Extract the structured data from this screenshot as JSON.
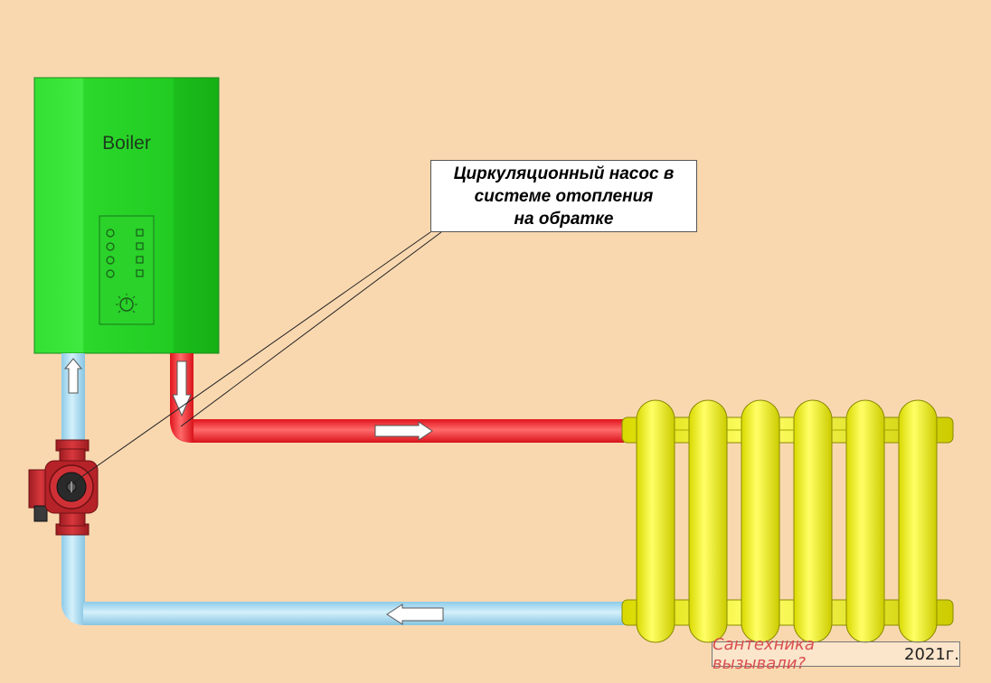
{
  "boiler": {
    "label": "Boiler",
    "indicator_count": 4,
    "switch_count": 4
  },
  "callout": {
    "lines": [
      "Циркуляционный насос в",
      "системе отопления",
      "на обратке"
    ]
  },
  "flow": {
    "supply": {
      "color": "#f2222b",
      "direction": "from-boiler-to-radiator"
    },
    "return": {
      "color": "#a9dcf2",
      "direction": "from-radiator-to-boiler"
    }
  },
  "radiator": {
    "section_count": 6,
    "color": "#ffff33"
  },
  "pump": {
    "color": "#c2272d",
    "location": "return-line"
  },
  "watermark": {
    "text": "Сантехника вызывали?",
    "year": "2021г."
  },
  "colors": {
    "background": "#f9d8b0",
    "boiler": "#22cc22"
  }
}
